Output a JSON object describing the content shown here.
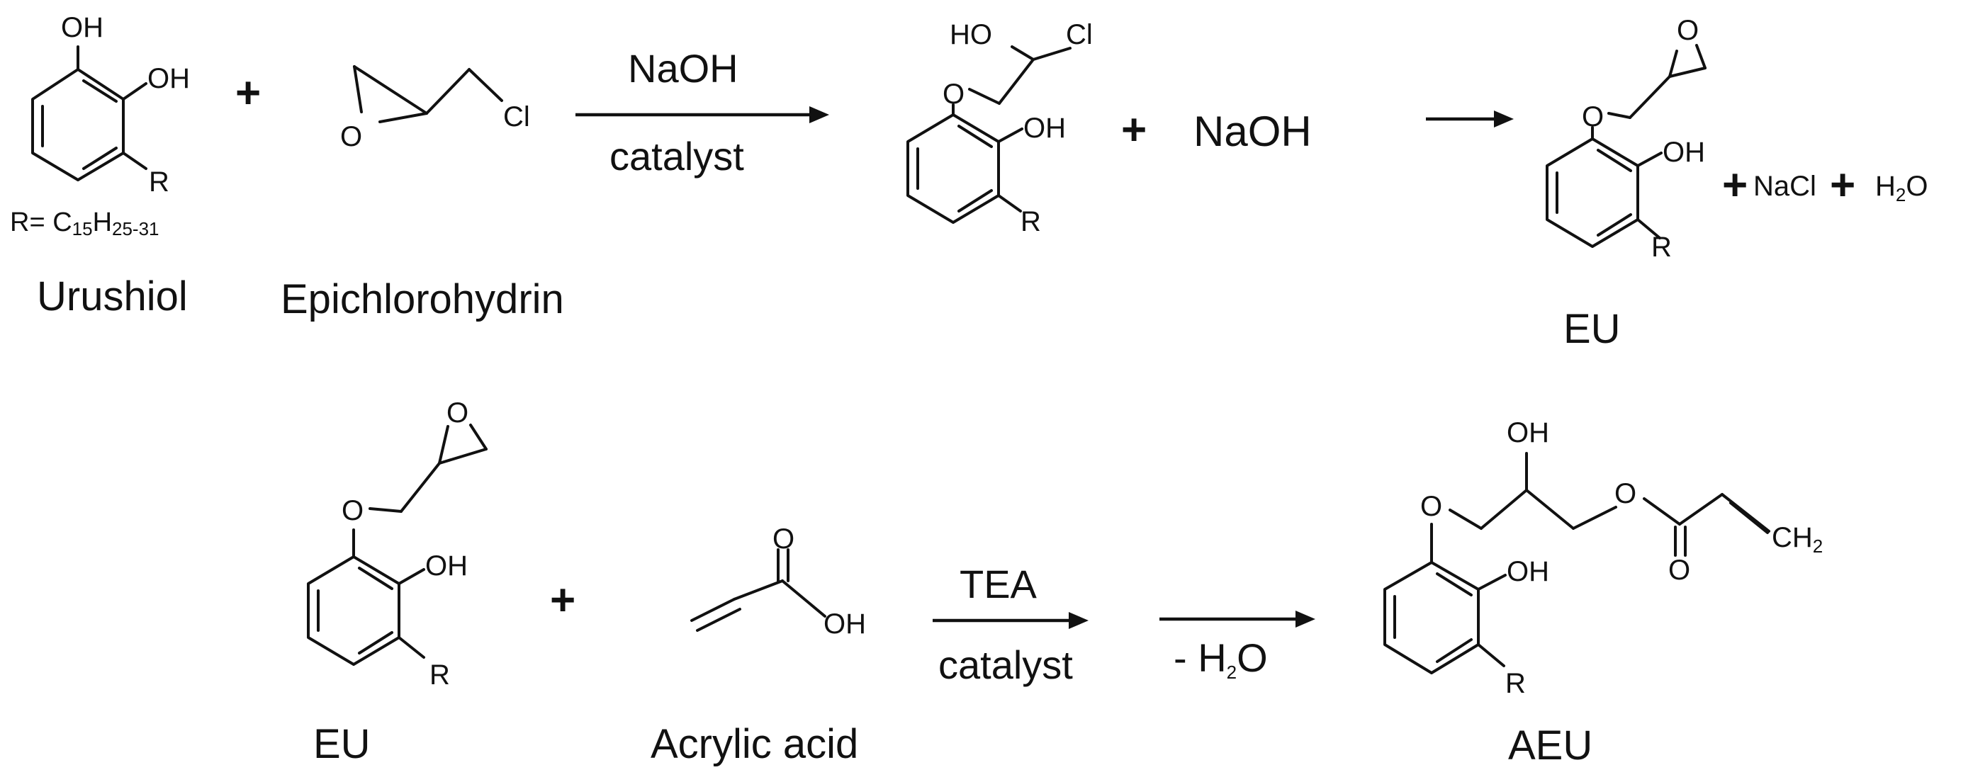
{
  "atoms": {
    "oh": "OH",
    "ho": "HO",
    "o": "O",
    "cl": "Cl",
    "r": "R",
    "ch2": "CH",
    "ch2_sub": "2"
  },
  "plus": "+",
  "r_definition": {
    "prefix": "R= C",
    "sub1": "15",
    "mid": "H",
    "sub2": "25-31"
  },
  "compounds": {
    "urushiol": "Urushiol",
    "epichlorohydrin": "Epichlorohydrin",
    "eu": "EU",
    "acrylic_acid": "Acrylic acid",
    "aeu": "AEU"
  },
  "step1": {
    "above": "NaOH",
    "below": "catalyst"
  },
  "step2": {
    "reagent": "NaOH"
  },
  "byproducts": {
    "nacl": "NaCl",
    "water": "H",
    "water_sub": "2",
    "water_end": "O"
  },
  "step3": {
    "above": "TEA",
    "below": "catalyst"
  },
  "step4": {
    "below_prefix": "- H",
    "below_sub": "2",
    "below_end": "O"
  }
}
